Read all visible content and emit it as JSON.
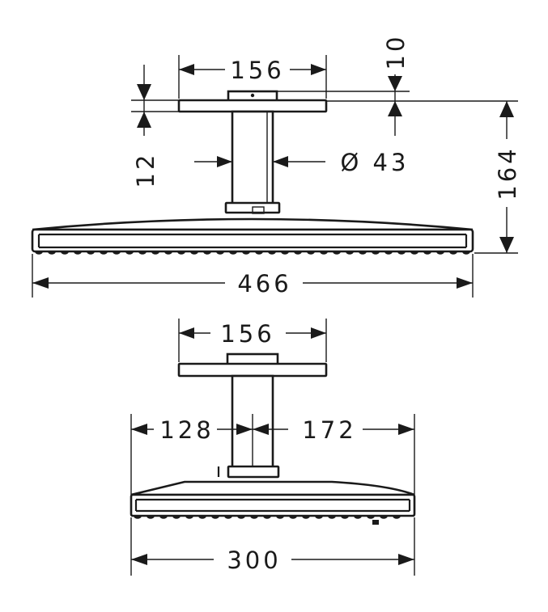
{
  "diagram": {
    "line_color": "#1a1a1a",
    "background": "#ffffff",
    "front_view": {
      "dims": {
        "plate_width": "156",
        "plate_thickness": "10",
        "total_height": "164",
        "arm_diameter": "Ø 43",
        "plate_offset": "12",
        "head_width": "466"
      }
    },
    "side_view": {
      "dims": {
        "plate_width": "156",
        "left_offset": "128",
        "right_offset": "172",
        "head_depth": "300"
      }
    }
  }
}
